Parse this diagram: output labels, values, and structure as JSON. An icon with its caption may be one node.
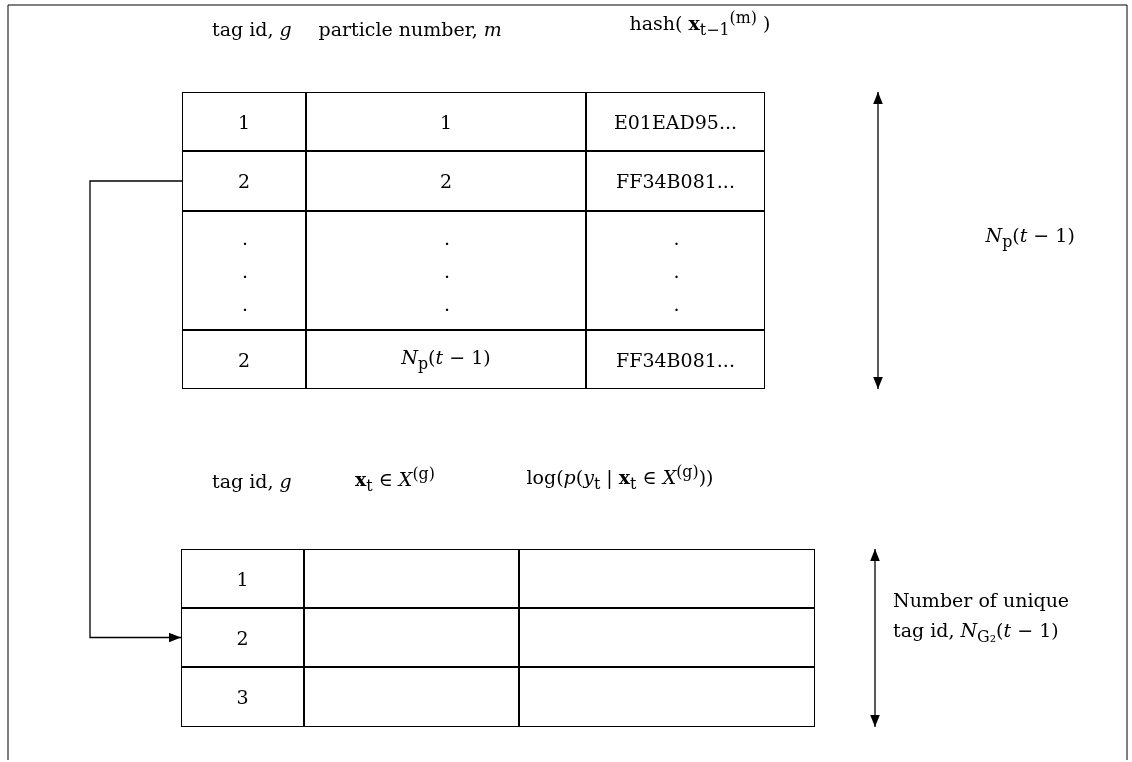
{
  "diagram": {
    "nodes": [
      {
        "text": [
          "2"
        ]
      },
      {
        "text": [
          "2"
        ]
      }
    ],
    "edges": [
      {
        "from": 0,
        "to": 1,
        "arrow": "to"
      }
    ],
    "labels": [
      "tag id, *g*",
      "particle number, *m*",
      "hash( **x**$_{t−1}$$^{(m)}$ )",
      "1",
      "1",
      "E01EAD95...",
      "2",
      "FF34B081...",
      ".",
      ".",
      ".",
      ".",
      ".",
      ".",
      ".",
      ".",
      ".",
      "2",
      "*N*$_{p}$(*t* − 1)",
      "FF34B081...",
      "*N*$_{p}$(*t* − 1)",
      "tag id, *g*",
      "**x**$_{t}$ ∈ *X*$^{(g)}$",
      "log(*p*(*y*$_{t}$ | **x**$_{t}$ ∈ *X*$^{(g)}$))",
      "1",
      "3",
      "Number of unique tag id, *N*$_{G₂}$(*t* − 1)"
    ]
  }
}
